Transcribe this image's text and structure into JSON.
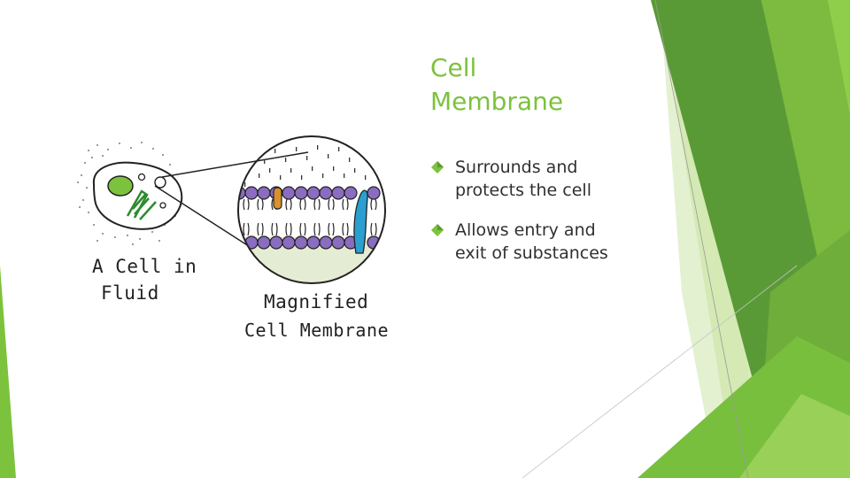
{
  "slide": {
    "title_lines": [
      "Cell",
      "Membrane"
    ],
    "bullets": [
      {
        "lines": [
          "Surrounds and",
          "protects the cell"
        ],
        "icon": "diamond-bullet-icon"
      },
      {
        "lines": [
          "Allows entry and",
          "exit of substances"
        ],
        "icon": "diamond-bullet-icon"
      }
    ]
  },
  "illustration": {
    "cell_caption_lines": [
      "A Cell in",
      "Fluid"
    ],
    "membrane_caption_lines": [
      "Magnified",
      "Cell Membrane"
    ]
  },
  "colors": {
    "accent_green": "#7cc23c",
    "dark_green": "#4f8e2c",
    "light_green": "#d4eab5",
    "phospholipid_purple": "#8a6cc1",
    "channel_protein_blue": "#2a9fd0",
    "carrier_protein_orange": "#d8912d"
  }
}
